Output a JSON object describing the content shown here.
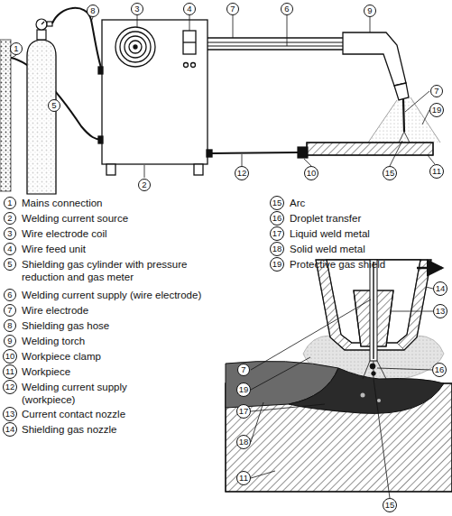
{
  "diagram": {
    "labels": [
      "1",
      "8",
      "3",
      "4",
      "7",
      "6",
      "9",
      "5",
      "7",
      "19",
      "2",
      "12",
      "10",
      "15",
      "11",
      "14",
      "13",
      "7",
      "19",
      "17",
      "16",
      "18",
      "11",
      "15",
      "1",
      "Mains connection",
      "2",
      "Welding current source",
      "3",
      "Wire electrode coil",
      "4",
      "Wire feed unit",
      "5",
      "Shielding gas cylinder with pressure reduction and gas meter",
      "6",
      "Welding current supply (wire electrode)",
      "7",
      "Wire electrode",
      "8",
      "Shielding gas hose",
      "9",
      "Welding torch",
      "10",
      "Workpiece clamp",
      "11",
      "Workpiece",
      "12",
      "Welding current supply (workpiece)",
      "13",
      "Current contact nozzle",
      "14",
      "Shielding gas nozzle",
      "15",
      "Arc",
      "16",
      "Droplet transfer",
      "17",
      "Liquid weld metal",
      "18",
      "Solid weld metal",
      "19",
      "Protective gas shield"
    ]
  }
}
